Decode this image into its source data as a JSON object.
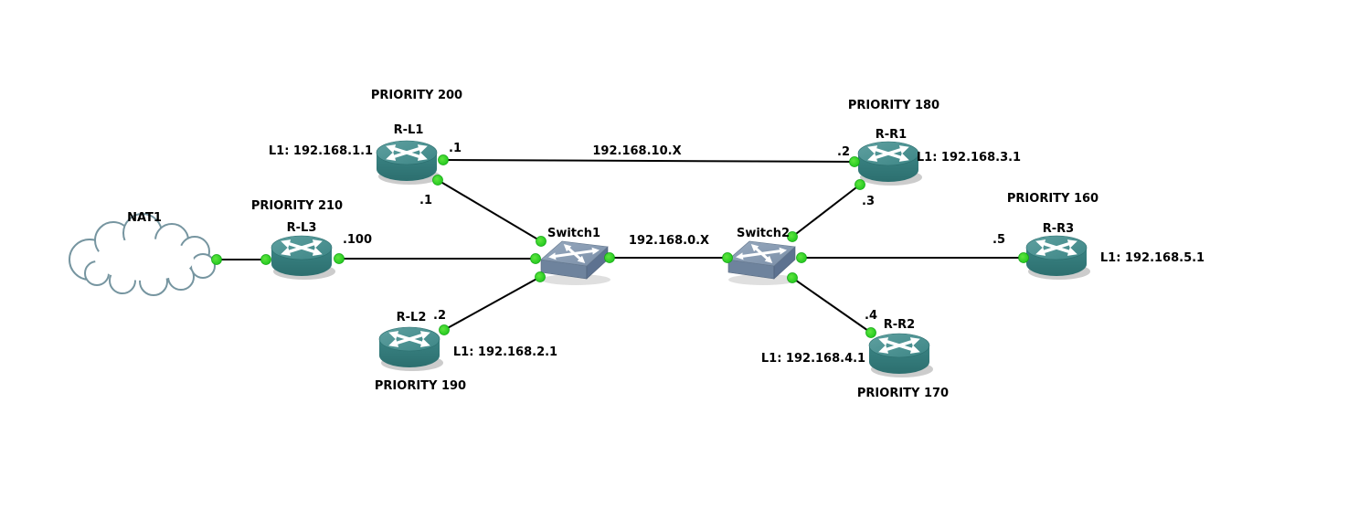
{
  "canvas": {
    "background": "#ffffff"
  },
  "colors": {
    "link_line": "#000000",
    "connector_dot_green": "#2fd42f",
    "router_teal_top": "#4f9393",
    "router_teal_body": "#2f7777",
    "switch_top": "#8ea1b7",
    "switch_front": "#6e839d",
    "switch_side": "#5d7290",
    "cloud_outline": "#7695a0",
    "label_text": "#000000"
  },
  "nodes": {
    "nat1": {
      "name": "NAT1",
      "type": "nat-cloud"
    },
    "r_l3": {
      "name": "R-L3",
      "type": "router",
      "priority": "PRIORITY 210"
    },
    "r_l1": {
      "name": "R-L1",
      "type": "router",
      "priority": "PRIORITY 200",
      "l1_address": "L1: 192.168.1.1"
    },
    "r_l2": {
      "name": "R-L2",
      "type": "router",
      "priority": "PRIORITY 190",
      "l1_address": "L1: 192.168.2.1"
    },
    "switch1": {
      "name": "Switch1",
      "type": "ethernet-switch"
    },
    "switch2": {
      "name": "Switch2",
      "type": "ethernet-switch"
    },
    "r_r1": {
      "name": "R-R1",
      "type": "router",
      "priority": "PRIORITY 180",
      "l1_address": "L1: 192.168.3.1"
    },
    "r_r2": {
      "name": "R-R2",
      "type": "router",
      "priority": "PRIORITY 170",
      "l1_address": "L1: 192.168.4.1"
    },
    "r_r3": {
      "name": "R-R3",
      "type": "router",
      "priority": "PRIORITY 160",
      "l1_address": "L1: 192.168.5.1"
    }
  },
  "links": {
    "nat1_r_l3": {
      "endpoints": [
        "NAT1",
        "R-L3"
      ]
    },
    "r_l3_switch1": {
      "endpoints": [
        "R-L3",
        "Switch1"
      ],
      "if_r_l3": ".100"
    },
    "r_l1_switch1": {
      "endpoints": [
        "R-L1",
        "Switch1"
      ],
      "if_r_l1": ".1"
    },
    "r_l2_switch1": {
      "endpoints": [
        "R-L2",
        "Switch1"
      ],
      "if_r_l2": ".2"
    },
    "r_l1_r_r1": {
      "endpoints": [
        "R-L1",
        "R-R1"
      ],
      "network": "192.168.10.X",
      "if_r_l1": ".1",
      "if_r_r1": ".2"
    },
    "switch1_switch2": {
      "endpoints": [
        "Switch1",
        "Switch2"
      ],
      "network": "192.168.0.X"
    },
    "switch2_r_r1": {
      "endpoints": [
        "Switch2",
        "R-R1"
      ],
      "if_r_r1": ".3"
    },
    "switch2_r_r2": {
      "endpoints": [
        "Switch2",
        "R-R2"
      ],
      "if_r_r2": ".4"
    },
    "switch2_r_r3": {
      "endpoints": [
        "Switch2",
        "R-R3"
      ],
      "if_r_r3": ".5"
    }
  }
}
